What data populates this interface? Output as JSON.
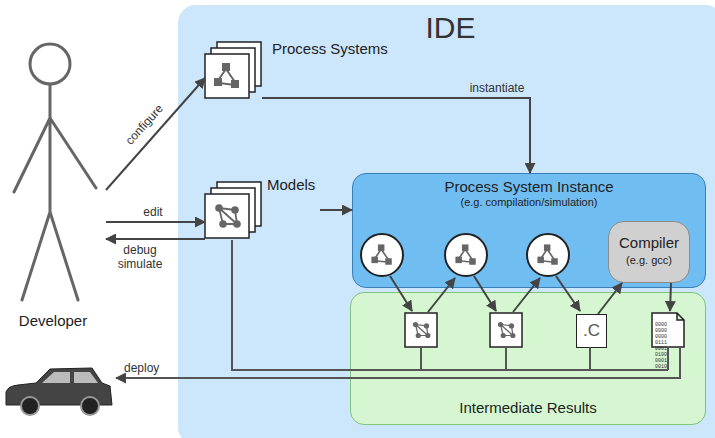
{
  "diagram": {
    "nodes": [
      {
        "text": [
          "Developer"
        ]
      },
      {
        "text": [
          "IDE"
        ]
      },
      {
        "text": [
          "Process Systems"
        ],
        "in": 1
      },
      {
        "text": [
          "Models"
        ],
        "in": 1
      },
      {
        "text": [
          "Process System Instance",
          "(e.g. compilation/simulation)"
        ],
        "in": 1
      },
      {
        "text": [
          "Compiler",
          "(e.g. gcc)"
        ],
        "in": 4
      },
      {
        "text": [
          "Intermediate Results"
        ],
        "in": 1
      },
      {
        "text": [
          ".C"
        ],
        "in": 6
      }
    ],
    "edges": [
      {
        "from": 0,
        "to": 2,
        "label": "configure",
        "arrow": "to"
      },
      {
        "from": 0,
        "to": 3,
        "label": "edit",
        "arrow": "to"
      },
      {
        "from": 3,
        "to": 0,
        "label": "debug simulate",
        "arrow": "to"
      },
      {
        "from": 2,
        "to": 4,
        "label": "instantiate",
        "arrow": "to"
      },
      {
        "from": 3,
        "to": 4,
        "arrow": "to"
      },
      {
        "from": 7,
        "to": 5,
        "arrow": "to"
      }
    ],
    "labels": [
      "deploy",
      "0000 0000 0000 0111 0001 0100 0001 0010"
    ]
  }
}
